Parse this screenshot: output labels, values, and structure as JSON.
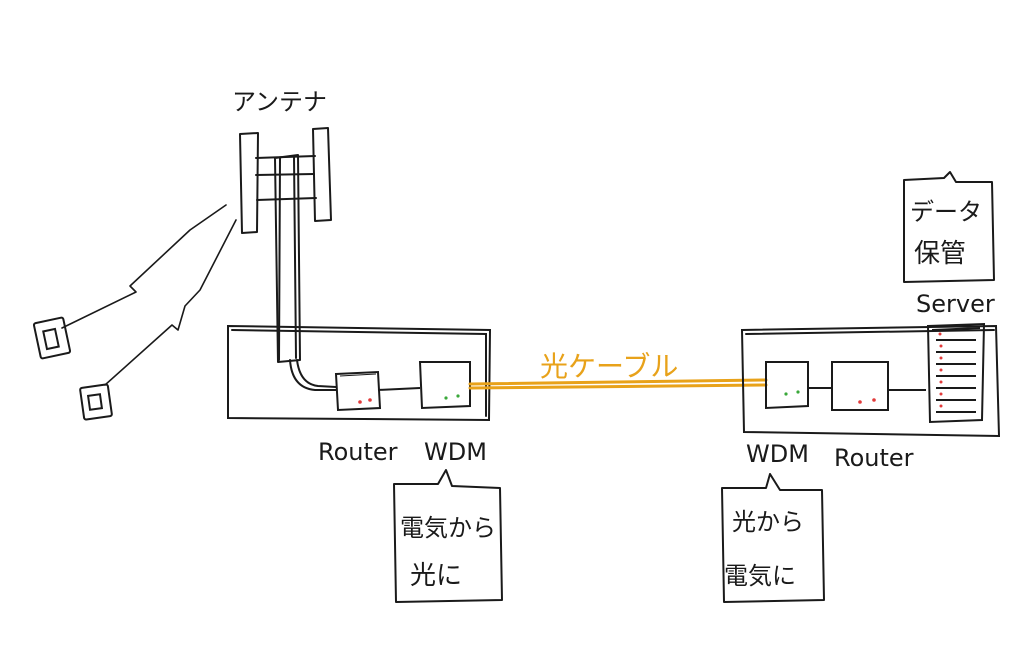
{
  "labels": {
    "antenna": "アンテナ",
    "fiber": "光ケーブル",
    "left_router": "Router",
    "left_wdm": "WDM",
    "right_wdm": "WDM",
    "right_router": "Router",
    "server": "Server",
    "server_bubble_line1": "データ",
    "server_bubble_line2": "保管",
    "left_bubble_line1": "電気から",
    "left_bubble_line2": "光に",
    "right_bubble_line1": "光から",
    "right_bubble_line2": "電気に"
  },
  "colors": {
    "ink": "#1a1a1a",
    "fiber": "#e8a21a",
    "led_red": "#e23b3b",
    "led_green": "#3aa83a"
  }
}
